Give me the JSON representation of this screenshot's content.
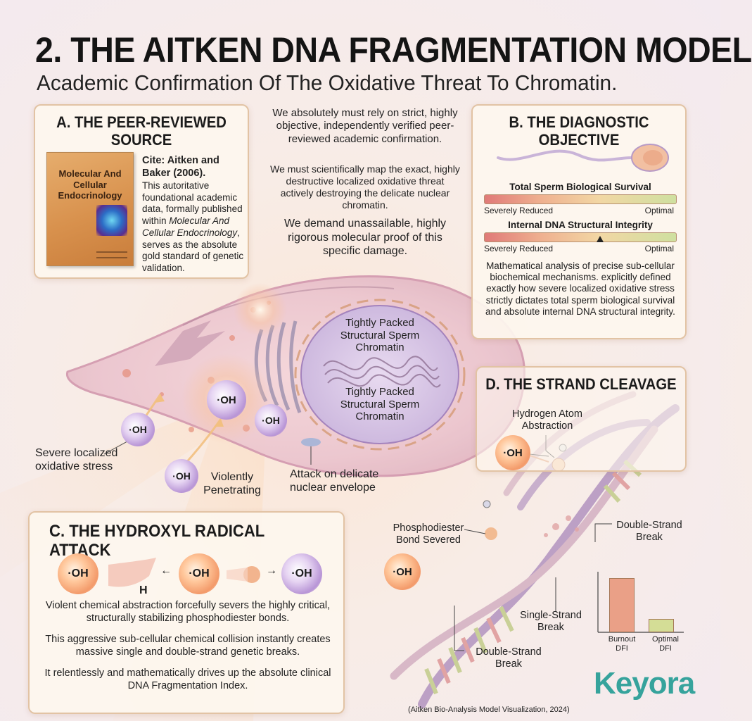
{
  "title": "2. THE AITKEN DNA FRAGMENTATION MODEL",
  "subtitle": "Academic Confirmation Of The Oxidative Threat To Chromatin.",
  "panel_a": {
    "heading": "A. THE PEER-REVIEWED SOURCE",
    "book_title": "Molecular And Cellular Endocrinology",
    "cite_head": "Cite: Aitken and Baker (2006).",
    "cite_pre": "This autoritative foundational academic data, formally published within ",
    "cite_journal": "Molecular And Cellular Endocrinology",
    "cite_post": ", serves as the absolute gold standard of genetic validation."
  },
  "center": {
    "para1": "We absolutely must rely on strict, highly objective, independently verified peer-reviewed academic confirmation.",
    "para2": "We must scientifically map the exact, highly destructive localized oxidative threat actively destroying the delicate nuclear chromatin.",
    "para3": "We demand unassailable, highly rigorous molecular proof of this specific damage."
  },
  "panel_b": {
    "heading": "B. THE DIAGNOSTIC OBJECTIVE",
    "meter1_label": "Total Sperm Biological Survival",
    "meter2_label": "Internal DNA Structural Integrity",
    "low_label": "Severely Reduced",
    "high_label": "Optimal",
    "meter2_marker": 0.6,
    "description": "Mathematical analysis of precise sub-cellular biochemical mechanisms. explicitly defined exactly how severe localized oxidative stress strictly dictates total sperm biological survival and absolute internal DNA structural integrity."
  },
  "cell": {
    "chromatin_top": "Tightly Packed Structural Sperm Chromatin",
    "chromatin_bottom": "Tightly Packed Structural Sperm Chromatin",
    "stress_label": "Severe localized oxidative stress",
    "penetrating_label": "Violently Penetrating",
    "envelope_label": "Attack on delicate nuclear envelope"
  },
  "oh_label": "·OH",
  "h_label": "H",
  "panel_c": {
    "heading": "C. THE HYDROXYL RADICAL ATTACK",
    "para1": "Violent chemical abstraction forcefully severs the highly critical, structurally stabilizing phosphodiester bonds.",
    "para2": "This aggressive sub-cellular chemical collision instantly creates massive single and double-strand genetic breaks.",
    "para3": "It relentlessly and mathematically drives up the absolute clinical DNA Fragmentation Index."
  },
  "panel_d": {
    "heading": "D. THE STRAND CLEAVAGE",
    "hydrogen_label": "Hydrogen Atom Abstraction",
    "phospho_label": "Phosphodiester Bond Severed",
    "dsb_right": "Double-Strand Break",
    "ssb": "Single-Strand Break",
    "dsb_bottom": "Double-Strand Break"
  },
  "dfi_chart": {
    "categories": [
      "Burnout DFI",
      "Optimal DFI"
    ],
    "values": [
      0.9,
      0.22
    ],
    "colors": [
      "#eaa087",
      "#d4dd96"
    ]
  },
  "credit": "(Aitken Bio-Analysis Model Visualization, 2024)",
  "logo": "Keyora"
}
